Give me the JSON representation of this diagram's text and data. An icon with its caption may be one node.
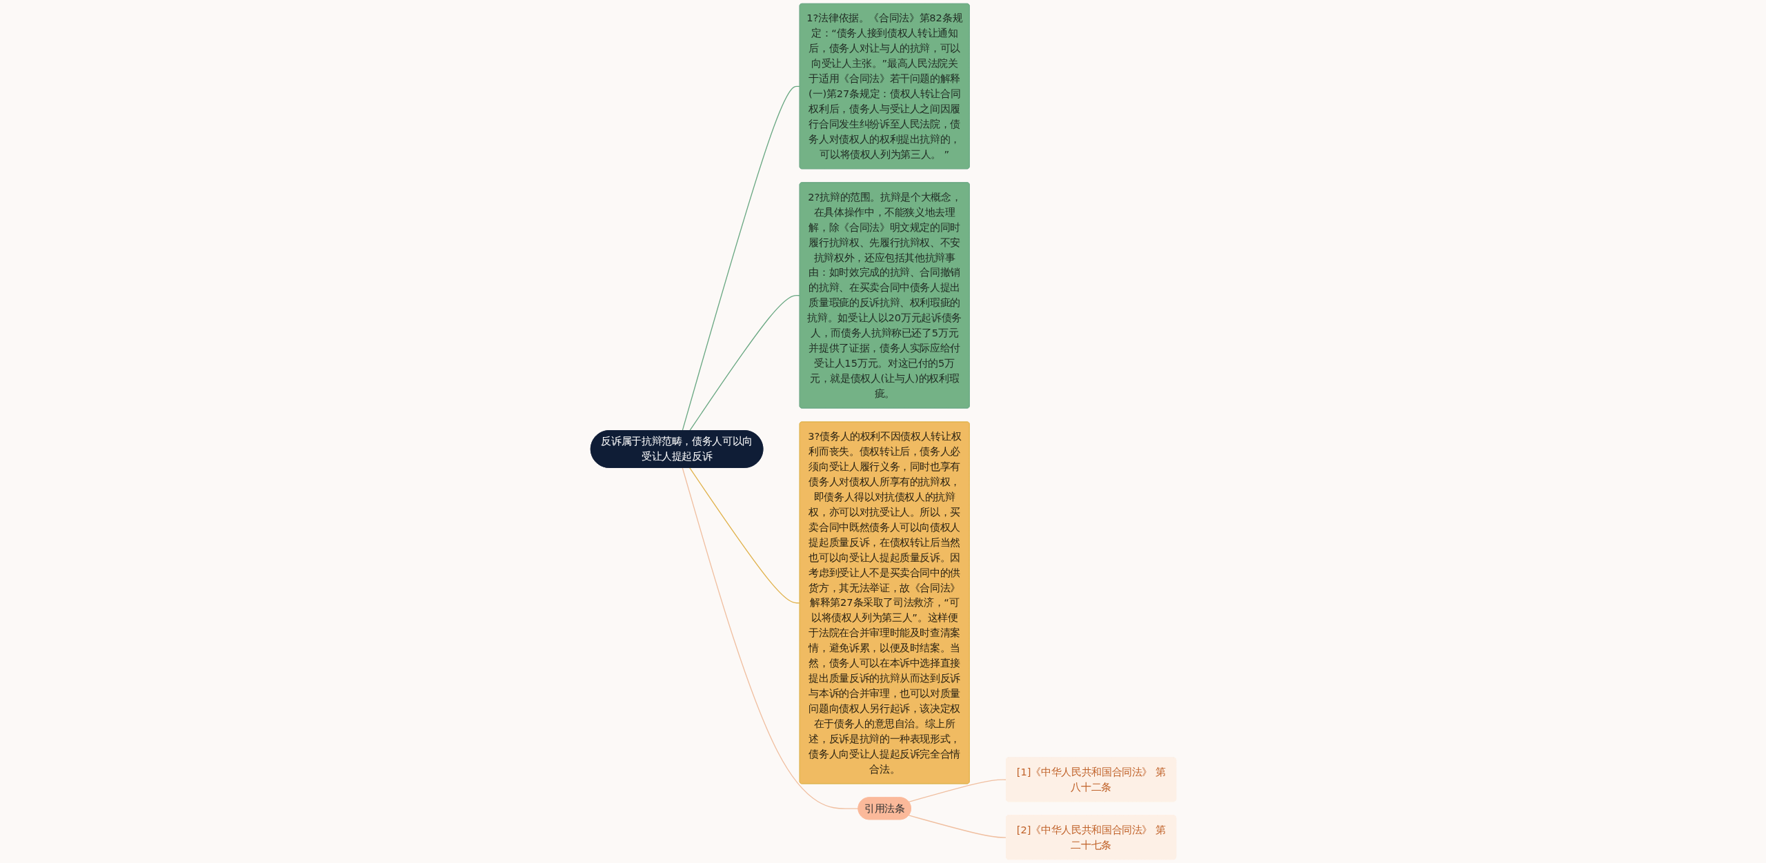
{
  "diagram": {
    "nodes": [
      {
        "text": [
          "反诉属于抗辩范畴，债务人可以向受让人提起反诉"
        ]
      },
      {
        "text": [
          "1?法律依据。《合同法》第82条规定：“债务人接到债权人转让通知后，债务人对让与人的抗辩，可以向受让人主张。”最高人民法院关于适用《合同法》若干问题的解释(一)第27条规定：债权人转让合同权利后，债务人与受让人之间因履行合同发生纠纷诉至人民法院，债务人对债权人的权利提出抗辩的，可以将债权人列为第三人。 ”"
        ]
      },
      {
        "text": [
          "2?抗辩的范围。抗辩是个大概念，在具体操作中，不能狭义地去理解，除《合同法》明文规定的同时履行抗辩权、先履行抗辩权、不安抗辩权外，还应包括其他抗辩事由：如时效完成的抗辩、合同撤销的抗辩、在买卖合同中债务人提出质量瑕疵的反诉抗辩、权利瑕疵的抗辩。如受让人以20万元起诉债务人，而债务人抗辩称已还了5万元并提供了证据，债务人实际应给付受让人15万元。对这已付的5万元，就是债权人(让与人)的权利瑕疵。"
        ]
      },
      {
        "text": [
          "3?债务人的权利不因债权人转让权利而丧失。债权转让后，债务人必须向受让人履行义务，同时也享有债务人对债权人所享有的抗辩权，即债务人得以对抗债权人的抗辩权，亦可以对抗受让人。所以，买卖合同中既然债务人可以向债权人提起质量反诉，在债权转让后当然也可以向受让人提起质量反诉。因考虑到受让人不是买卖合同中的供货方，其无法举证，故《合同法》解释第27条采取了司法救济，“可以将债权人列为第三人”。这样便于法院在合并审理时能及时查清案情，避免诉累，以便及时结案。当然，债务人可以在本诉中选择直接提出质量反诉的抗辩从而达到反诉与本诉的合并审理，也可以对质量问题向债权人另行起诉，该决定权在于债务人的意思自治。综上所述，反诉是抗辩的一种表现形式，债务人向受让人提起反诉完全合情合法。"
        ]
      },
      {
        "text": [
          "引用法条"
        ]
      },
      {
        "text": [
          "[1]《中华人民共和国合同法》 第八十二条"
        ]
      },
      {
        "text": [
          "[2]《中华人民共和国合同法》 第二十七条"
        ]
      }
    ],
    "edges": [
      {
        "from": 0,
        "to": 1,
        "arrow": "none",
        "color": "#6aa883"
      },
      {
        "from": 0,
        "to": 2,
        "arrow": "none",
        "color": "#6aa883"
      },
      {
        "from": 0,
        "to": 3,
        "arrow": "none",
        "color": "#e0b24c"
      },
      {
        "from": 0,
        "to": 4,
        "arrow": "none"
      },
      {
        "from": 4,
        "to": 5,
        "arrow": "none"
      },
      {
        "from": 4,
        "to": 6,
        "arrow": "none"
      }
    ]
  }
}
